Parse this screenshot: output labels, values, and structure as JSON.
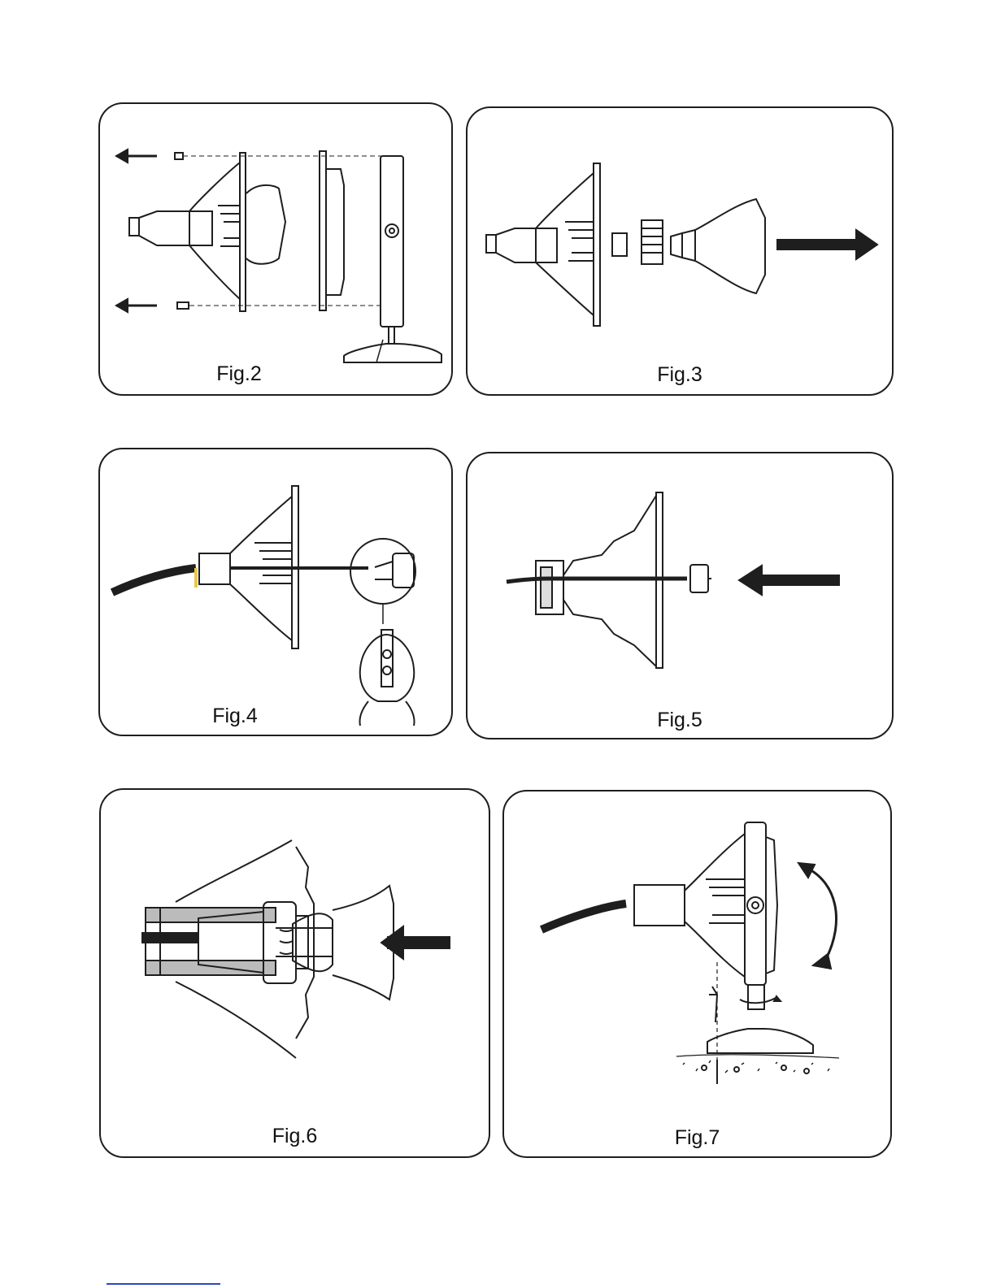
{
  "figures": [
    {
      "id": "fig2",
      "label": "Fig.2"
    },
    {
      "id": "fig3",
      "label": "Fig.3"
    },
    {
      "id": "fig4",
      "label": "Fig.4"
    },
    {
      "id": "fig5",
      "label": "Fig.5"
    },
    {
      "id": "fig6",
      "label": "Fig.6"
    },
    {
      "id": "fig7",
      "label": "Fig.7"
    }
  ],
  "colors": {
    "ink": "#1e1e1e",
    "accent_ring": "#e8c84a",
    "footer_link": "#2d47c8"
  }
}
